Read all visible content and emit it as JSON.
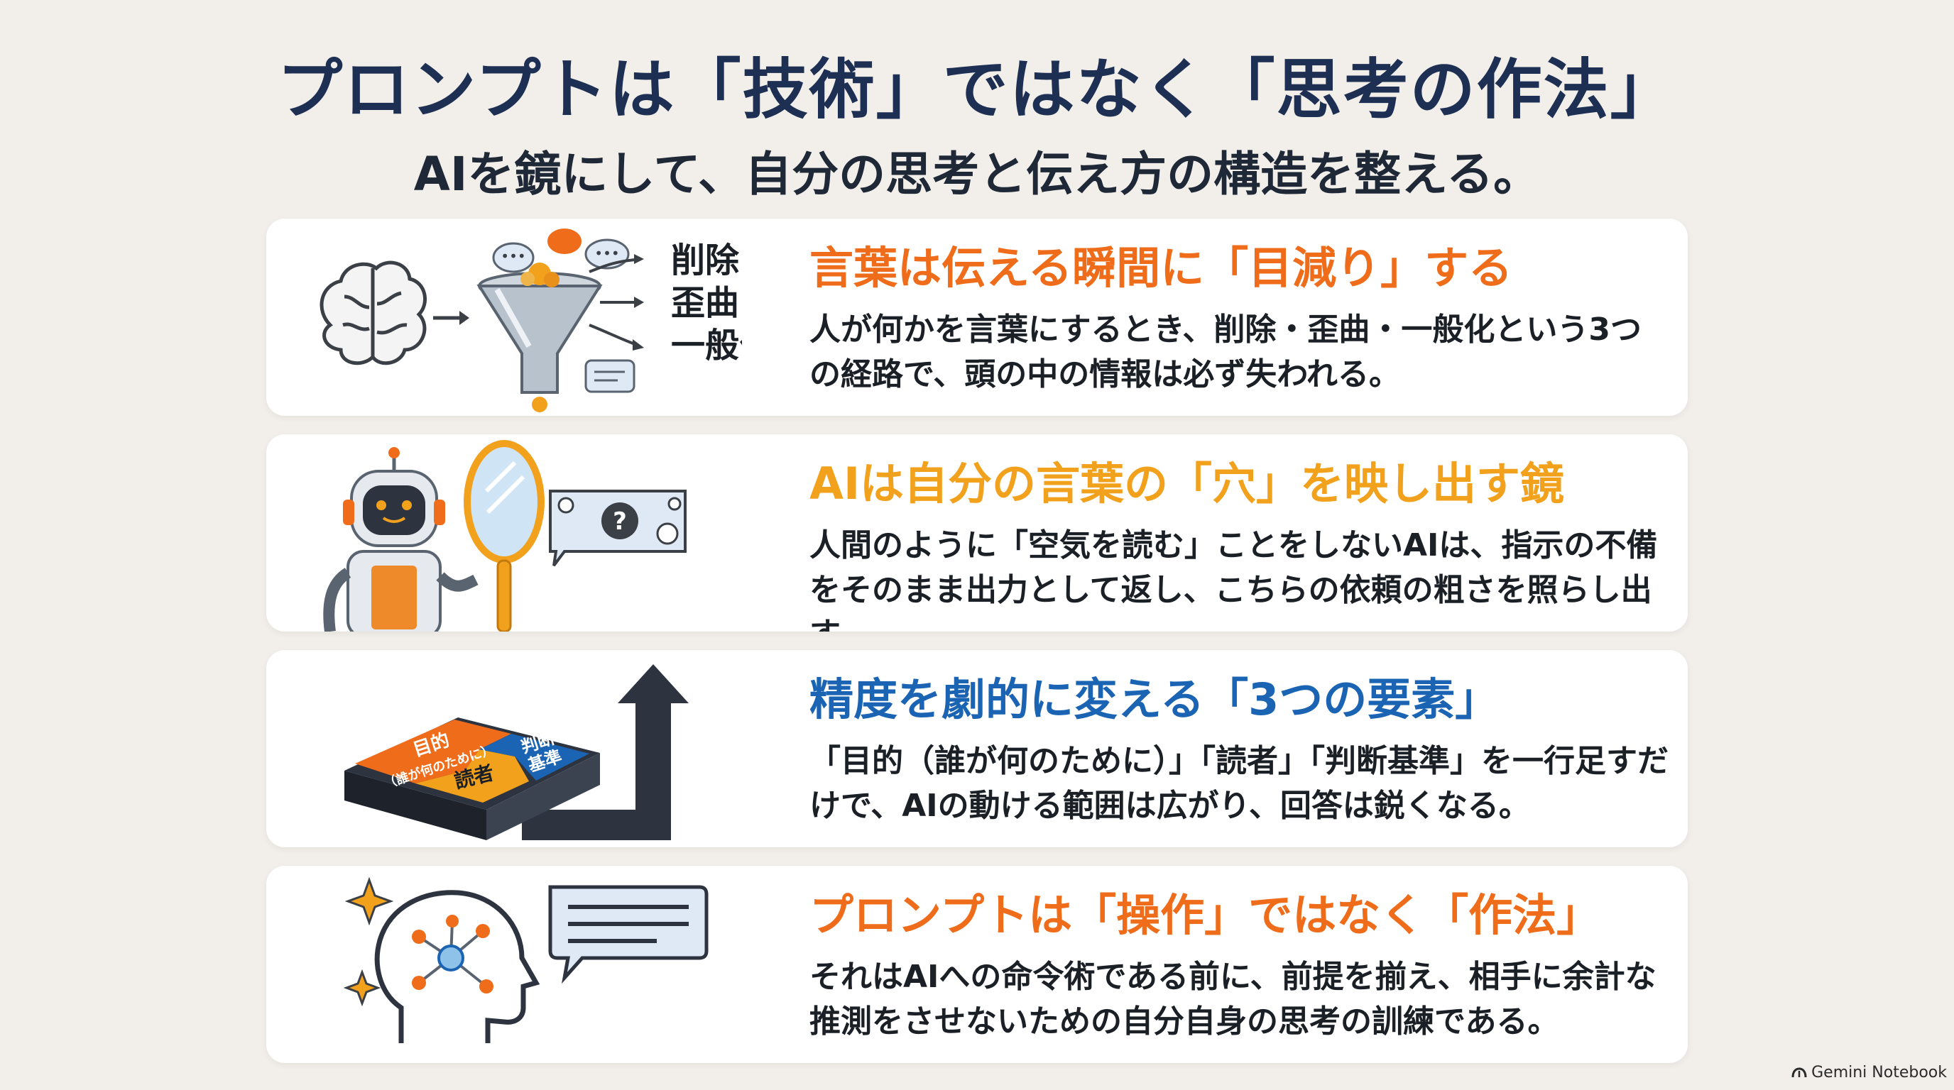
{
  "header": {
    "title": "プロンプトは「技術」ではなく「思考の作法」",
    "subtitle": "AIを鏡にして、自分の思考と伝え方の構造を整える。"
  },
  "cards": [
    {
      "heading": "言葉は伝える瞬間に「目減り」する",
      "body": "人が何かを言葉にするとき、削除・歪曲・一般化という3つの経路で、頭の中の情報は必ず失われる。",
      "labels": [
        "削除",
        "歪曲",
        "一般化"
      ],
      "icons": [
        "brain-icon",
        "funnel-icon",
        "speech-bubble-icon",
        "arrow-icon"
      ]
    },
    {
      "heading": "AIは自分の言葉の「穴」を映し出す鏡",
      "body": "人間のように「空気を読む」ことをしないAIは、指示の不備をそのまま出力として返し、こちらの依頼の粗さを照らし出す。",
      "icons": [
        "robot-icon",
        "hand-mirror-icon",
        "question-bubble-icon"
      ]
    },
    {
      "heading": "精度を劇的に変える「3つの要素」",
      "body": "「目的（誰が何のために）」「読者」「判断基準」を一行足すだけで、AIの動ける範囲は広がり、回答は鋭くなる。",
      "puzzle": {
        "piece1_line1": "目的",
        "piece1_line2": "（誰が何のために）",
        "piece2": "読者",
        "piece3_line1": "判断",
        "piece3_line2": "基準"
      },
      "icons": [
        "puzzle-icon",
        "up-arrow-icon"
      ]
    },
    {
      "heading": "プロンプトは「操作」ではなく「作法」",
      "body": "それはAIへの命令術である前に、前提を揃え、相手に余計な推測をさせないための自分自身の思考の訓練である。",
      "icons": [
        "head-network-icon",
        "sparkle-icon",
        "text-bubble-icon"
      ]
    }
  ],
  "footer": {
    "credit": "Gemini Notebook"
  },
  "colors": {
    "title": "#1d2f52",
    "orange": "#ee6c1a",
    "amber": "#f2a11d",
    "blue": "#1a64b3",
    "background": "#f2efea"
  }
}
